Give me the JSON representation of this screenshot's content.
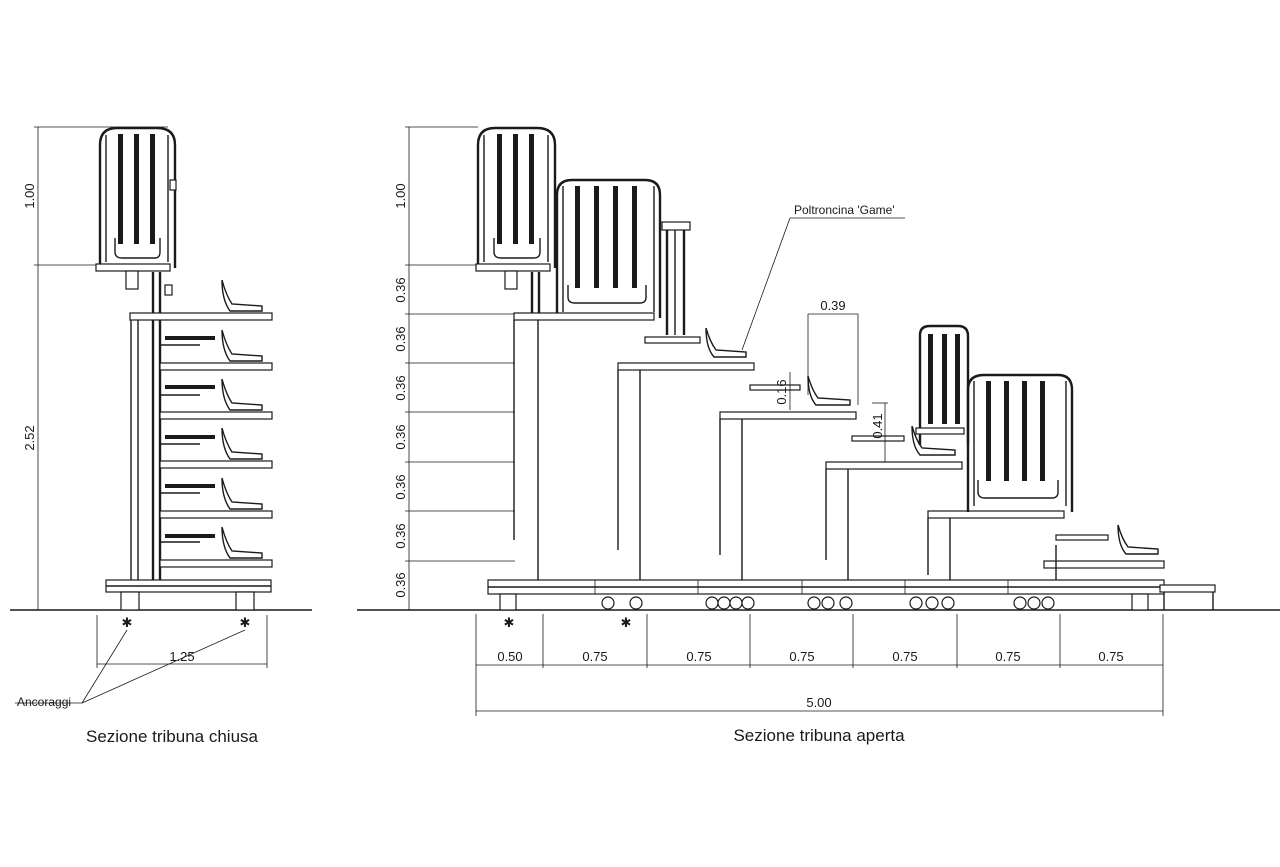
{
  "captions": {
    "closed": "Sezione tribuna chiusa",
    "open": "Sezione tribuna aperta"
  },
  "labels": {
    "seat": "Poltroncina 'Game'",
    "anchors": "Ancoraggi"
  },
  "closed_dims": {
    "top_height": "1.00",
    "main_height": "2.52",
    "base_width": "1.25"
  },
  "open_dims": {
    "top_height": "1.00",
    "riser_heights": [
      "0.36",
      "0.36",
      "0.36",
      "0.36",
      "0.36",
      "0.36",
      "0.36"
    ],
    "bottom_widths": [
      "0.50",
      "0.75",
      "0.75",
      "0.75",
      "0.75",
      "0.75",
      "0.75"
    ],
    "total_width": "5.00",
    "tread_depth": "0.39",
    "small_riser": "0.16",
    "seat_height": "0.41"
  }
}
